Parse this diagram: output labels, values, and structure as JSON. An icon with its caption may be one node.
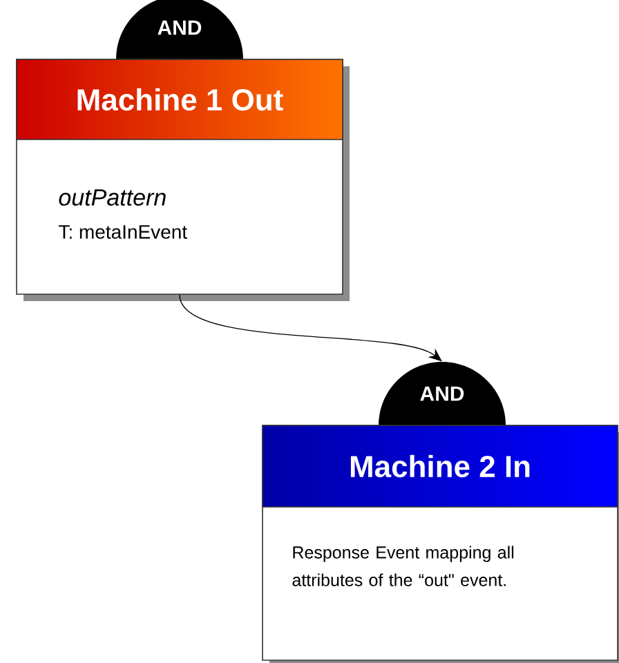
{
  "diagram": {
    "nodes": [
      {
        "text": [
          "AND"
        ]
      },
      {
        "text": [
          "Machine 1 Out",
          "outPattern",
          "T: metaInEvent"
        ]
      },
      {
        "text": [
          "AND"
        ]
      },
      {
        "text": [
          "Machine 2 In",
          "Response Event mapping all attributes of the “out\" event."
        ]
      }
    ],
    "edges": [
      {
        "from": 1,
        "to": 2,
        "arrow": "to"
      }
    ]
  }
}
